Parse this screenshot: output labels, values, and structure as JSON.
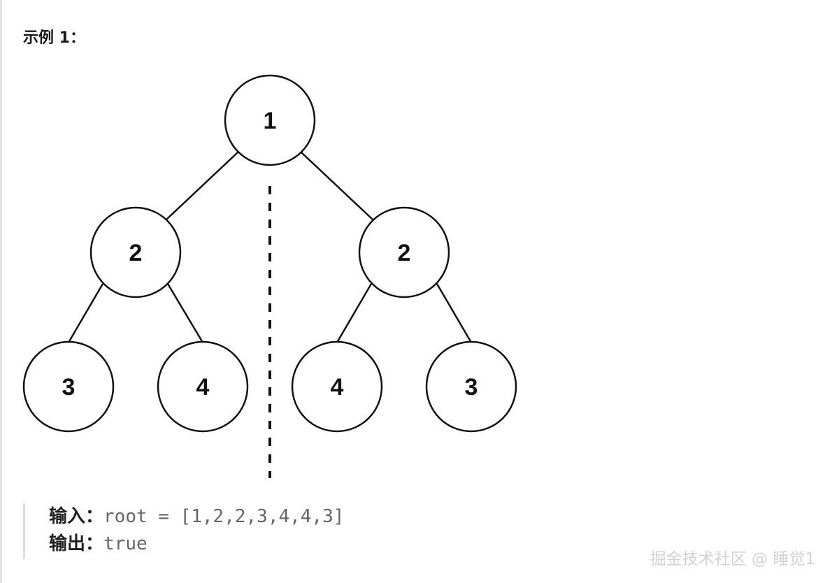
{
  "heading": "示例 1：",
  "tree": {
    "nodes": [
      {
        "id": "root",
        "label": "1"
      },
      {
        "id": "left",
        "label": "2"
      },
      {
        "id": "right",
        "label": "2"
      },
      {
        "id": "left-left",
        "label": "3"
      },
      {
        "id": "left-right",
        "label": "4"
      },
      {
        "id": "right-left",
        "label": "4"
      },
      {
        "id": "right-right",
        "label": "3"
      }
    ]
  },
  "io": {
    "input_label": "输入：",
    "input_value": "root = [1,2,2,3,4,4,3]",
    "output_label": "输出：",
    "output_value": "true"
  },
  "watermark": "掘金技术社区 @ 睡觉1"
}
